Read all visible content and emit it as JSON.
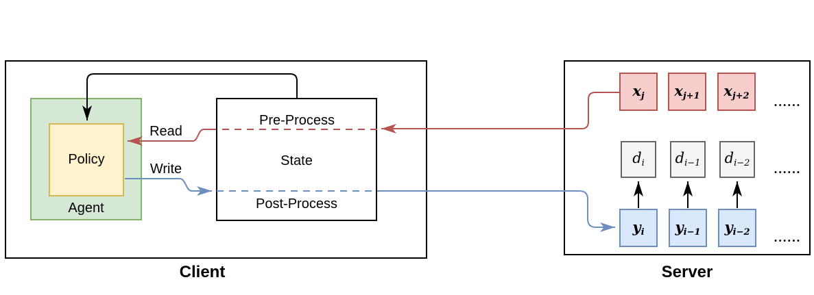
{
  "client": {
    "label": "Client",
    "agent": {
      "label": "Agent",
      "policy": {
        "label": "Policy"
      }
    },
    "state": {
      "label": "State",
      "pre_process_label": "Pre-Process",
      "post_process_label": "Post-Process"
    },
    "read_label": "Read",
    "write_label": "Write"
  },
  "server": {
    "label": "Server",
    "x_row": {
      "items": [
        {
          "base": "x",
          "sub": "j"
        },
        {
          "base": "x",
          "sub": "j+1"
        },
        {
          "base": "x",
          "sub": "j+2"
        }
      ],
      "ellipsis": "......"
    },
    "d_row": {
      "items": [
        {
          "base": "d",
          "sub": "i"
        },
        {
          "base": "d",
          "sub": "i−1"
        },
        {
          "base": "d",
          "sub": "i−2"
        }
      ],
      "ellipsis": "......"
    },
    "y_row": {
      "items": [
        {
          "base": "y",
          "sub": "i"
        },
        {
          "base": "y",
          "sub": "i−1"
        },
        {
          "base": "y",
          "sub": "i−2"
        }
      ],
      "ellipsis": "......"
    }
  },
  "colors": {
    "agent-fill": "#d5e8d4",
    "agent-stroke": "#82b366",
    "policy-fill": "#fff2cc",
    "policy-stroke": "#d6b656",
    "x-fill": "#f8cecc",
    "x-stroke": "#b85450",
    "d-fill": "#f5f5f5",
    "d-stroke": "#666666",
    "y-fill": "#dae8fc",
    "y-stroke": "#6c8ebf",
    "line-red": "#b85450",
    "line-blue": "#6c8ebf",
    "line-black": "#000000"
  }
}
